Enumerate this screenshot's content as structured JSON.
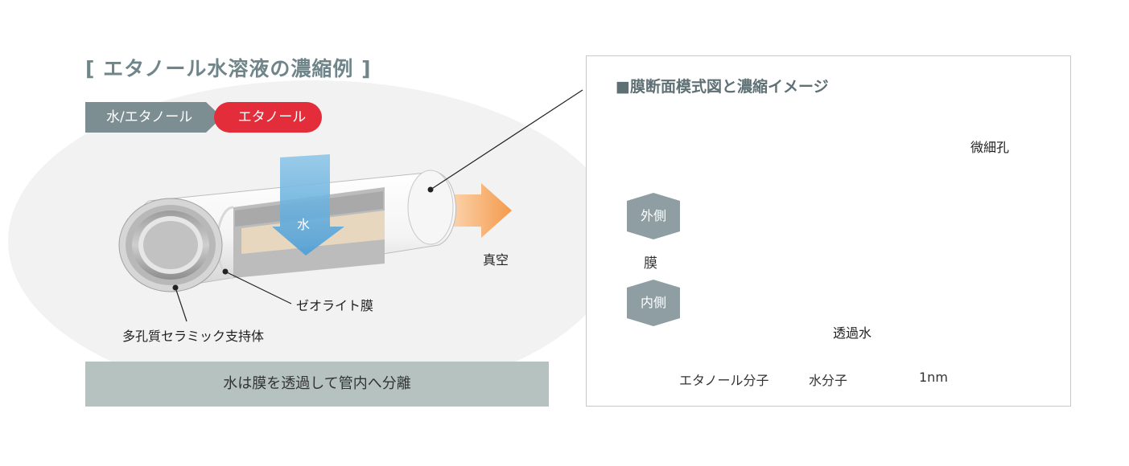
{
  "left_title": "[ エタノール水溶液の濃縮例 ]",
  "flow": {
    "from": "水/エタノール",
    "to": "エタノール"
  },
  "tube": {
    "water_label": "水",
    "vacuum_label": "真空",
    "membrane_label": "ゼオライト膜",
    "support_label": "多孔質セラミック支持体"
  },
  "summary": "水は膜を透過して管内へ分離",
  "right_title": "■膜断面模式図と濃縮イメージ",
  "side_labels": {
    "outer": "外側",
    "membrane": "膜",
    "inner": "内側"
  },
  "micropore_label": "微細孔",
  "permeate_label": "透過水",
  "legend": {
    "ethanol": "エタノール分子",
    "water": "水分子",
    "scale": "1nm"
  },
  "colors": {
    "ethanol": "#e32d3a",
    "water": "#3b9fd6",
    "slate": "#7d8e93",
    "summary_bg": "#b5c2c0",
    "flow_arrow": "#f5a25a"
  }
}
